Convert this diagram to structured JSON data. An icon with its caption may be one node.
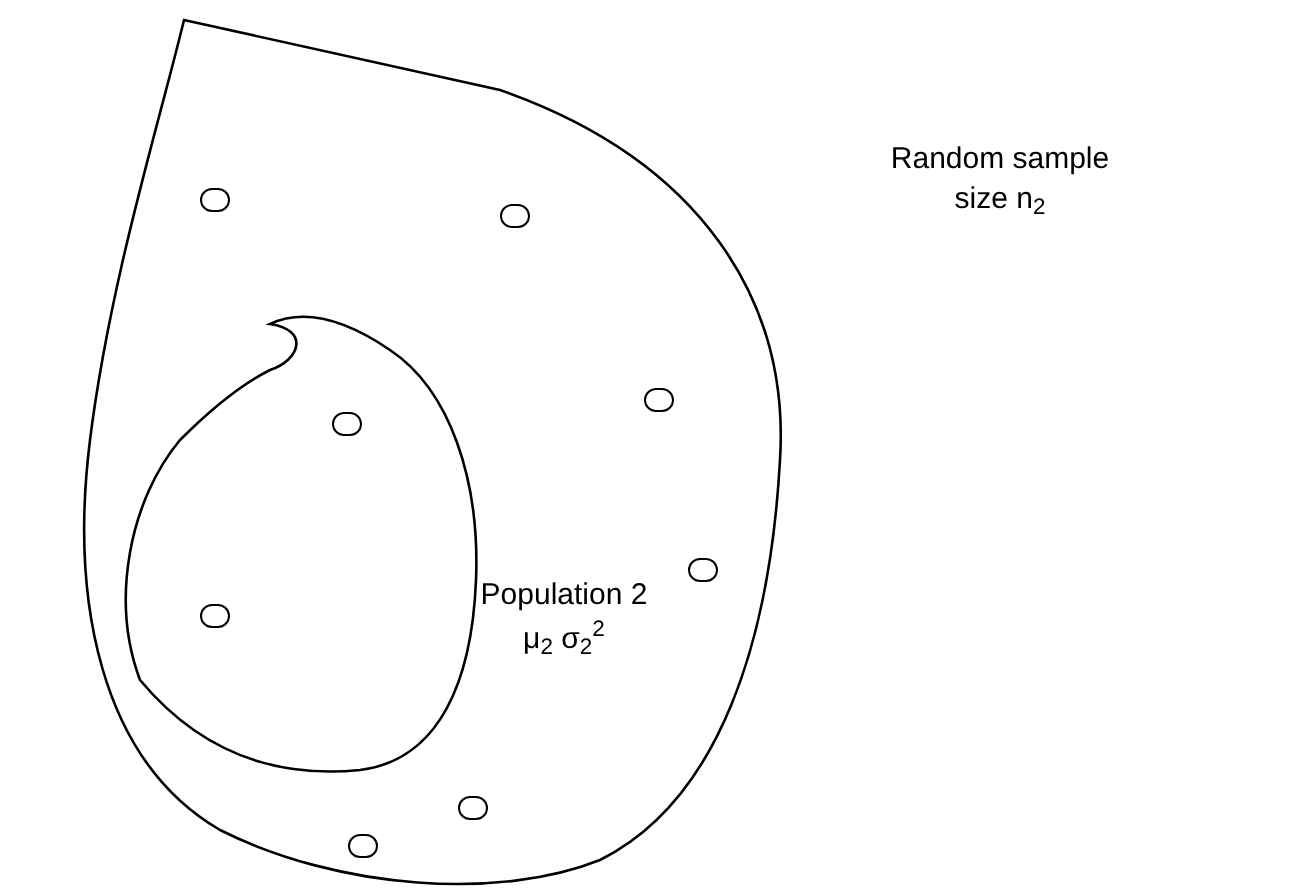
{
  "diagram": {
    "nodes": [
      {
        "text": [
          "Population 2",
          "μ$_{2}$ σ$_{2}$$^{2}$"
        ]
      },
      {
        "text": [],
        "shape": "blob",
        "in": 0
      },
      {
        "text": [],
        "shape": "circle",
        "in": 0
      },
      {
        "text": [],
        "shape": "circle",
        "in": 0
      },
      {
        "text": [],
        "shape": "circle",
        "in": 0
      },
      {
        "text": [],
        "shape": "circle",
        "in": 1
      },
      {
        "text": [],
        "shape": "circle",
        "in": 0
      },
      {
        "text": [],
        "shape": "circle",
        "in": 1
      },
      {
        "text": [],
        "shape": "circle",
        "in": 0
      },
      {
        "text": [],
        "shape": "circle",
        "in": 0
      }
    ],
    "labels": [
      "Random sample size n$_{2}$"
    ]
  }
}
